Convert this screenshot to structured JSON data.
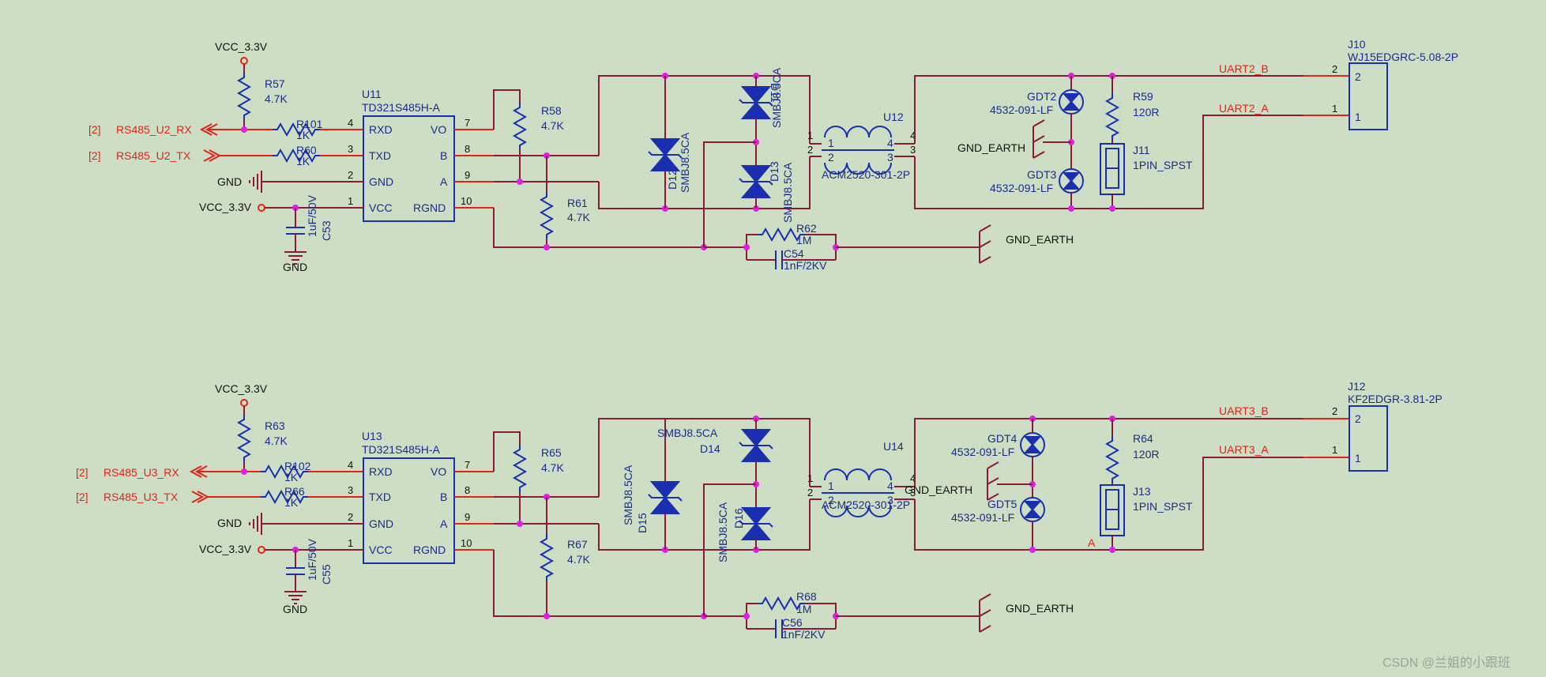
{
  "nets": {
    "vcc": "VCC_3.3V",
    "gnd": "GND",
    "gnd_earth": "GND_EARTH",
    "ref": "[2]",
    "uart2_b": "UART2_B",
    "uart2_a": "UART2_A",
    "uart3_b": "UART3_B",
    "uart3_a": "UART3_A",
    "u2_rx": "RS485_U2_RX",
    "u2_tx": "RS485_U2_TX",
    "u3_rx": "RS485_U3_RX",
    "u3_tx": "RS485_U3_TX",
    "a_mark": "A"
  },
  "pins": {
    "rxd": "RXD",
    "txd": "TXD",
    "gnd": "GND",
    "vcc": "VCC",
    "vo": "VO",
    "b": "B",
    "a": "A",
    "rgnd": "RGND",
    "n1": "1",
    "n2": "2",
    "n3": "3",
    "n4": "4",
    "n7": "7",
    "n8": "8",
    "n9": "9",
    "n10": "10"
  },
  "parts": {
    "tvs": "SMBJ8.5CA",
    "gdt": "4532-091-LF",
    "choke": "ACM2520-301-2P",
    "iso": "TD321S485H-A",
    "switch": "1PIN_SPST",
    "r47k": "4.7K",
    "r1k": "1K",
    "r120": "120R",
    "r1m": "1M",
    "cap_dec": "1uF/50V",
    "cap_hv": "1nF/2KV",
    "j10_part": "WJ15EDGRC-5.08-2P",
    "j12_part": "KF2EDGR-3.81-2P"
  },
  "top": {
    "r57": "R57",
    "r101": "R101",
    "r60": "R60",
    "u11": "U11",
    "c53": "C53",
    "r58": "R58",
    "r61": "R61",
    "d11": "D11",
    "d12": "D12",
    "d13": "D13",
    "u12": "U12",
    "r62": "R62",
    "c54": "C54",
    "gdt2": "GDT2",
    "gdt3": "GDT3",
    "r59": "R59",
    "j11": "J11",
    "j10": "J10"
  },
  "bottom": {
    "r63": "R63",
    "r102": "R102",
    "r66": "R66",
    "u13": "U13",
    "c55": "C55",
    "r65": "R65",
    "r67": "R67",
    "d14": "D14",
    "d15": "D15",
    "d16": "D16",
    "u14": "U14",
    "r68": "R68",
    "c56": "C56",
    "gdt4": "GDT4",
    "gdt5": "GDT5",
    "r64": "R64",
    "j13": "J13",
    "j12": "J12"
  },
  "watermark": "CSDN @兰姐的小跟班",
  "colors": {
    "background": "#cddec4",
    "wire": "#8a1a3a",
    "component": "#1a2fb0",
    "net_label": "#e0241a",
    "junction": "#e020e0"
  }
}
